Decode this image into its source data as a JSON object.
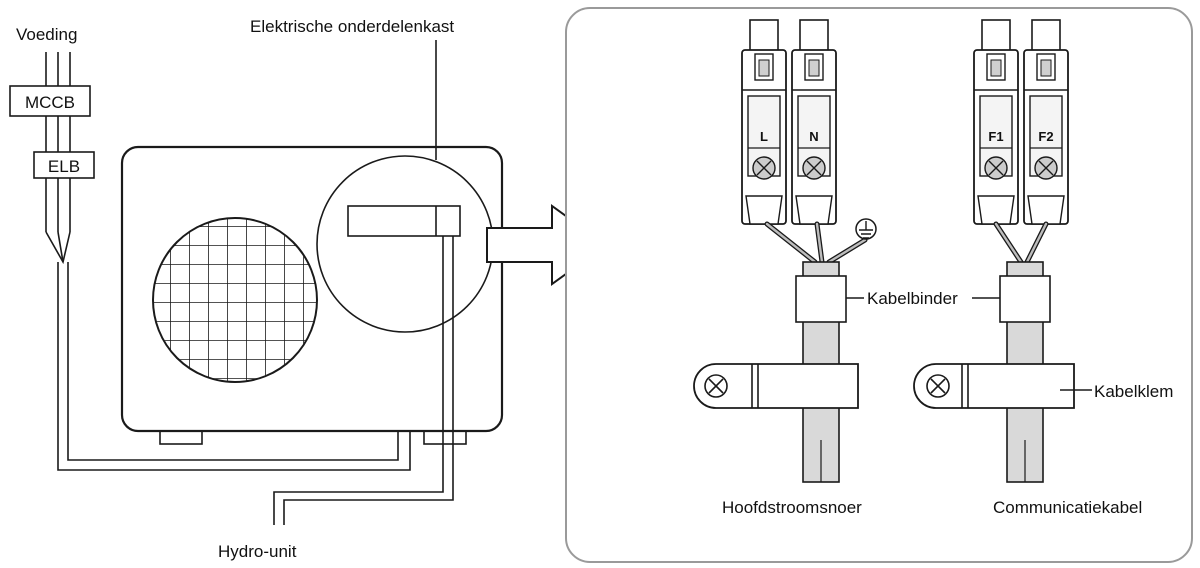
{
  "labels": {
    "power_supply": "Voeding",
    "mccb": "MCCB",
    "elb": "ELB",
    "electrical_box": "Elektrische onderdelenkast",
    "hydro_unit": "Hydro-unit",
    "cable_tie": "Kabelbinder",
    "cable_clamp": "Kabelklem",
    "main_power_cable": "Hoofdstroomsnoer",
    "communication_cable": "Communicatiekabel"
  },
  "terminals": {
    "power": [
      "L",
      "N"
    ],
    "communication": [
      "F1",
      "F2"
    ]
  },
  "icons": {
    "ground": "ground-icon",
    "fan": "fan-grille-icon",
    "arrow": "right-arrow-icon",
    "clamp_screw": "screw-icon"
  },
  "colors": {
    "line": "#1a1a1a",
    "cable_fill": "#d9d9d9",
    "panel_border": "#9a9a9a"
  }
}
